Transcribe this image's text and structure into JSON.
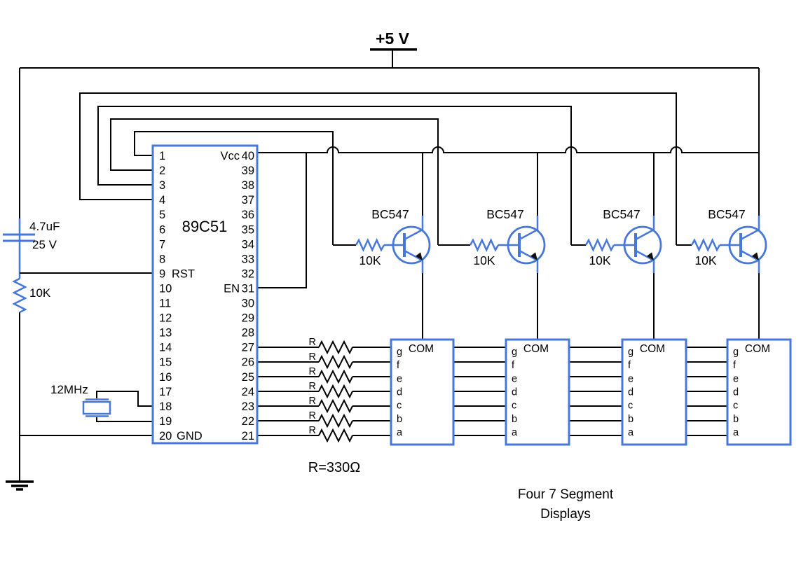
{
  "colors": {
    "wire": "#000000",
    "component": "#4677d9"
  },
  "power": {
    "label": "+5 V"
  },
  "ic": {
    "name": "89C51",
    "left_pins": [
      "1",
      "2",
      "3",
      "4",
      "5",
      "6",
      "7",
      "8",
      "9",
      "10",
      "11",
      "12",
      "13",
      "14",
      "15",
      "16",
      "17",
      "18",
      "19",
      "20"
    ],
    "right_pins": [
      "40",
      "39",
      "38",
      "37",
      "36",
      "35",
      "34",
      "33",
      "32",
      "31",
      "30",
      "29",
      "28",
      "27",
      "26",
      "25",
      "24",
      "23",
      "22",
      "21"
    ],
    "pin_labels": {
      "9": "RST",
      "20": "GND",
      "40": "Vcc",
      "31": "EN"
    }
  },
  "capacitor": {
    "value": "4.7uF",
    "voltage": "25 V"
  },
  "pullup_resistor": {
    "value": "10K"
  },
  "crystal": {
    "value": "12MHz"
  },
  "transistors": [
    {
      "part": "BC547",
      "base_resistor": "10K"
    },
    {
      "part": "BC547",
      "base_resistor": "10K"
    },
    {
      "part": "BC547",
      "base_resistor": "10K"
    },
    {
      "part": "BC547",
      "base_resistor": "10K"
    }
  ],
  "segment_resistors": {
    "per_line_label": "R",
    "equation": "R=330Ω"
  },
  "displays": [
    {
      "com_label": "COM",
      "segments": [
        "g",
        "f",
        "e",
        "d",
        "c",
        "b",
        "a"
      ]
    },
    {
      "com_label": "COM",
      "segments": [
        "g",
        "f",
        "e",
        "d",
        "c",
        "b",
        "a"
      ]
    },
    {
      "com_label": "COM",
      "segments": [
        "g",
        "f",
        "e",
        "d",
        "c",
        "b",
        "a"
      ]
    },
    {
      "com_label": "COM",
      "segments": [
        "g",
        "f",
        "e",
        "d",
        "c",
        "b",
        "a"
      ]
    }
  ],
  "caption": {
    "line1": "Four 7 Segment",
    "line2": "Displays"
  }
}
